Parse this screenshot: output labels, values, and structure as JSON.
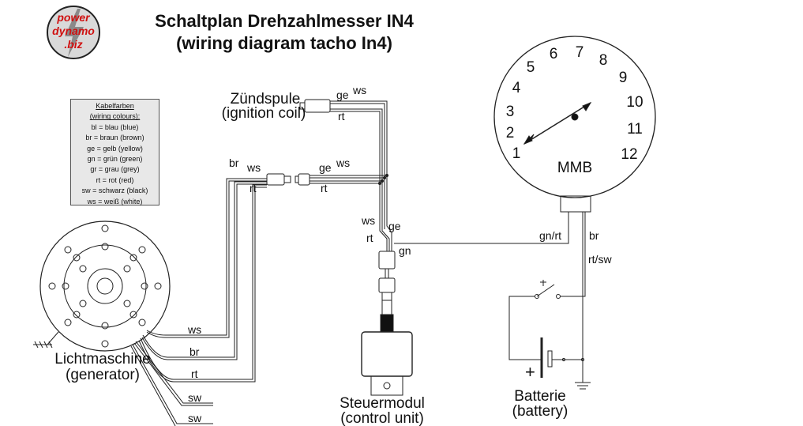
{
  "title": {
    "line1": "Schaltplan Drehzahlmesser IN4",
    "line2": "(wiring diagram tacho In4)"
  },
  "logo": {
    "line1": "power",
    "line2": "dynamo",
    "line3": ".biz"
  },
  "legend": {
    "heading1": "Kabelfarben",
    "heading2": "(wiring colours):",
    "entries": [
      "bl = blau (blue)",
      "br = braun (brown)",
      "ge = gelb (yellow)",
      "gn = grün (green)",
      "gr = grau (grey)",
      "rt = rot (red)",
      "sw = schwarz (black)",
      "ws = weiß (white)"
    ]
  },
  "components": {
    "generator": {
      "name": "Lichtmaschine",
      "name_en": "(generator)"
    },
    "coil": {
      "name": "Zündspule",
      "name_en": "(ignition coil)"
    },
    "control_unit": {
      "name": "Steuermodul",
      "name_en": "(control unit)"
    },
    "battery": {
      "name": "Batterie",
      "name_en": "(battery)",
      "polarity": "+"
    },
    "tacho": {
      "brand": "MMB",
      "dial_numbers": [
        "1",
        "2",
        "3",
        "4",
        "5",
        "6",
        "7",
        "8",
        "9",
        "10",
        "11",
        "12"
      ]
    }
  },
  "wires": {
    "gen_ws": "ws",
    "gen_br": "br",
    "gen_rt": "rt",
    "gen_sw1": "sw",
    "gen_sw2": "sw",
    "plug_br": "br",
    "plug_ws": "ws",
    "plug_rt": "rt",
    "plug2_ge": "ge",
    "plug2_ws": "ws",
    "plug2_rt": "rt",
    "coil_ge": "ge",
    "coil_ws": "ws",
    "coil_rt": "rt",
    "cu_ws": "ws",
    "cu_ge": "ge",
    "cu_rt": "rt",
    "cu_gn": "gn",
    "tacho_gnrt": "gn/rt",
    "tacho_br": "br",
    "tacho_rtsw": "rt/sw"
  }
}
